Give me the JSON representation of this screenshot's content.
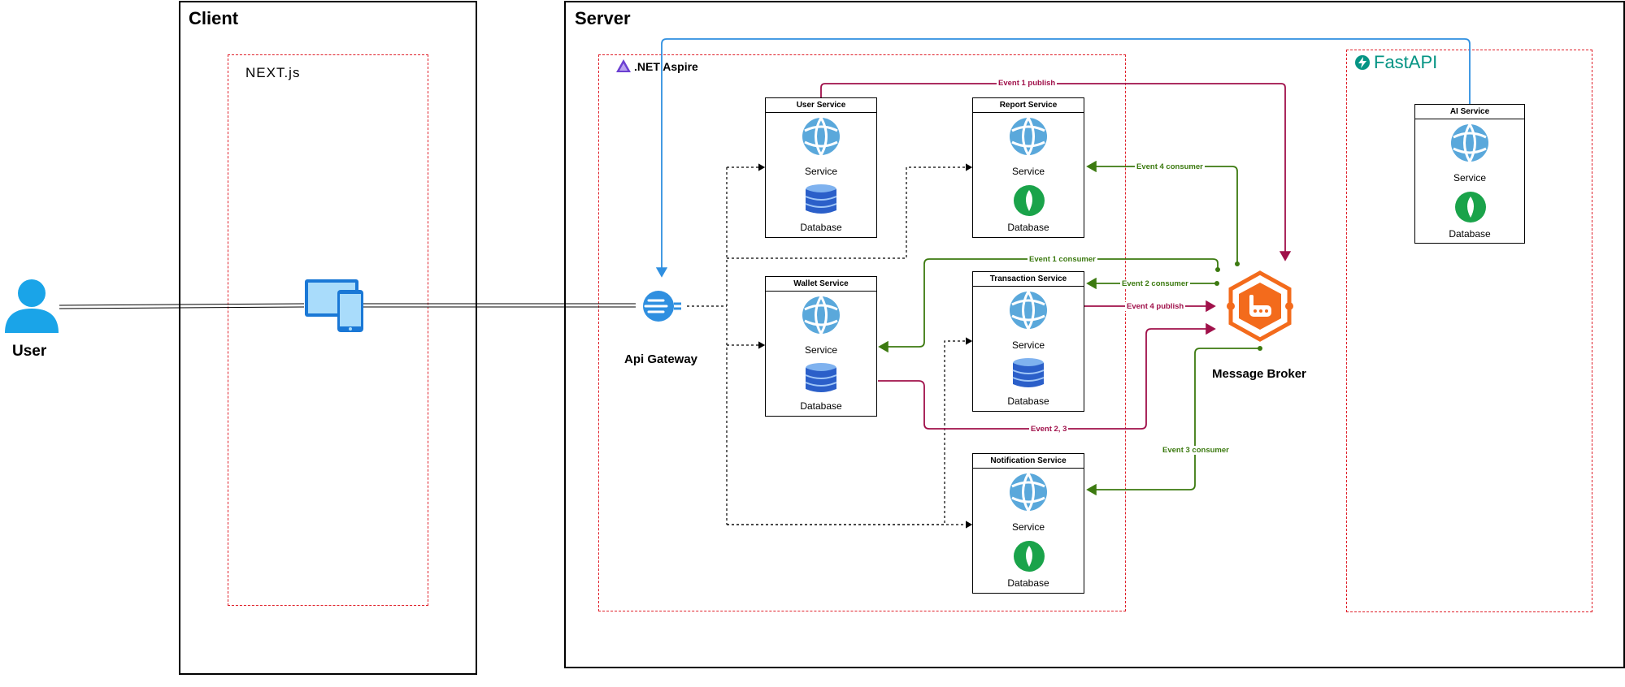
{
  "user": {
    "label": "User"
  },
  "client": {
    "title": "Client",
    "framework_logo": "NEXT.js"
  },
  "server": {
    "title": "Server",
    "aspire_label": ".NET Aspire",
    "fastapi_label": "FastAPI"
  },
  "gateway": {
    "label": "Api Gateway"
  },
  "broker": {
    "label": "Message Broker"
  },
  "services": {
    "user": {
      "title": "User Service",
      "service": "Service",
      "database": "Database"
    },
    "report": {
      "title": "Report Service",
      "service": "Service",
      "database": "Database"
    },
    "wallet": {
      "title": "Wallet Service",
      "service": "Service",
      "database": "Database"
    },
    "transaction": {
      "title": "Transaction Service",
      "service": "Service",
      "database": "Database"
    },
    "notification": {
      "title": "Notification Service",
      "service": "Service",
      "database": "Database"
    },
    "ai": {
      "title": "AI Service",
      "service": "Service",
      "database": "Database"
    }
  },
  "events": {
    "e1_publish": "Event 1 publish",
    "e4_consumer": "Event 4 consumer",
    "e1_consumer": "Event 1 consumer",
    "e2_consumer": "Event 2 consumer",
    "e4_publish": "Event 4 publish",
    "e23": "Event 2, 3",
    "e3_consumer": "Event 3 consumer"
  },
  "colors": {
    "publish": "#a0104a",
    "consume": "#3c7a10",
    "gateway_link": "#2f8fe0",
    "boundary": "#e0202a"
  }
}
